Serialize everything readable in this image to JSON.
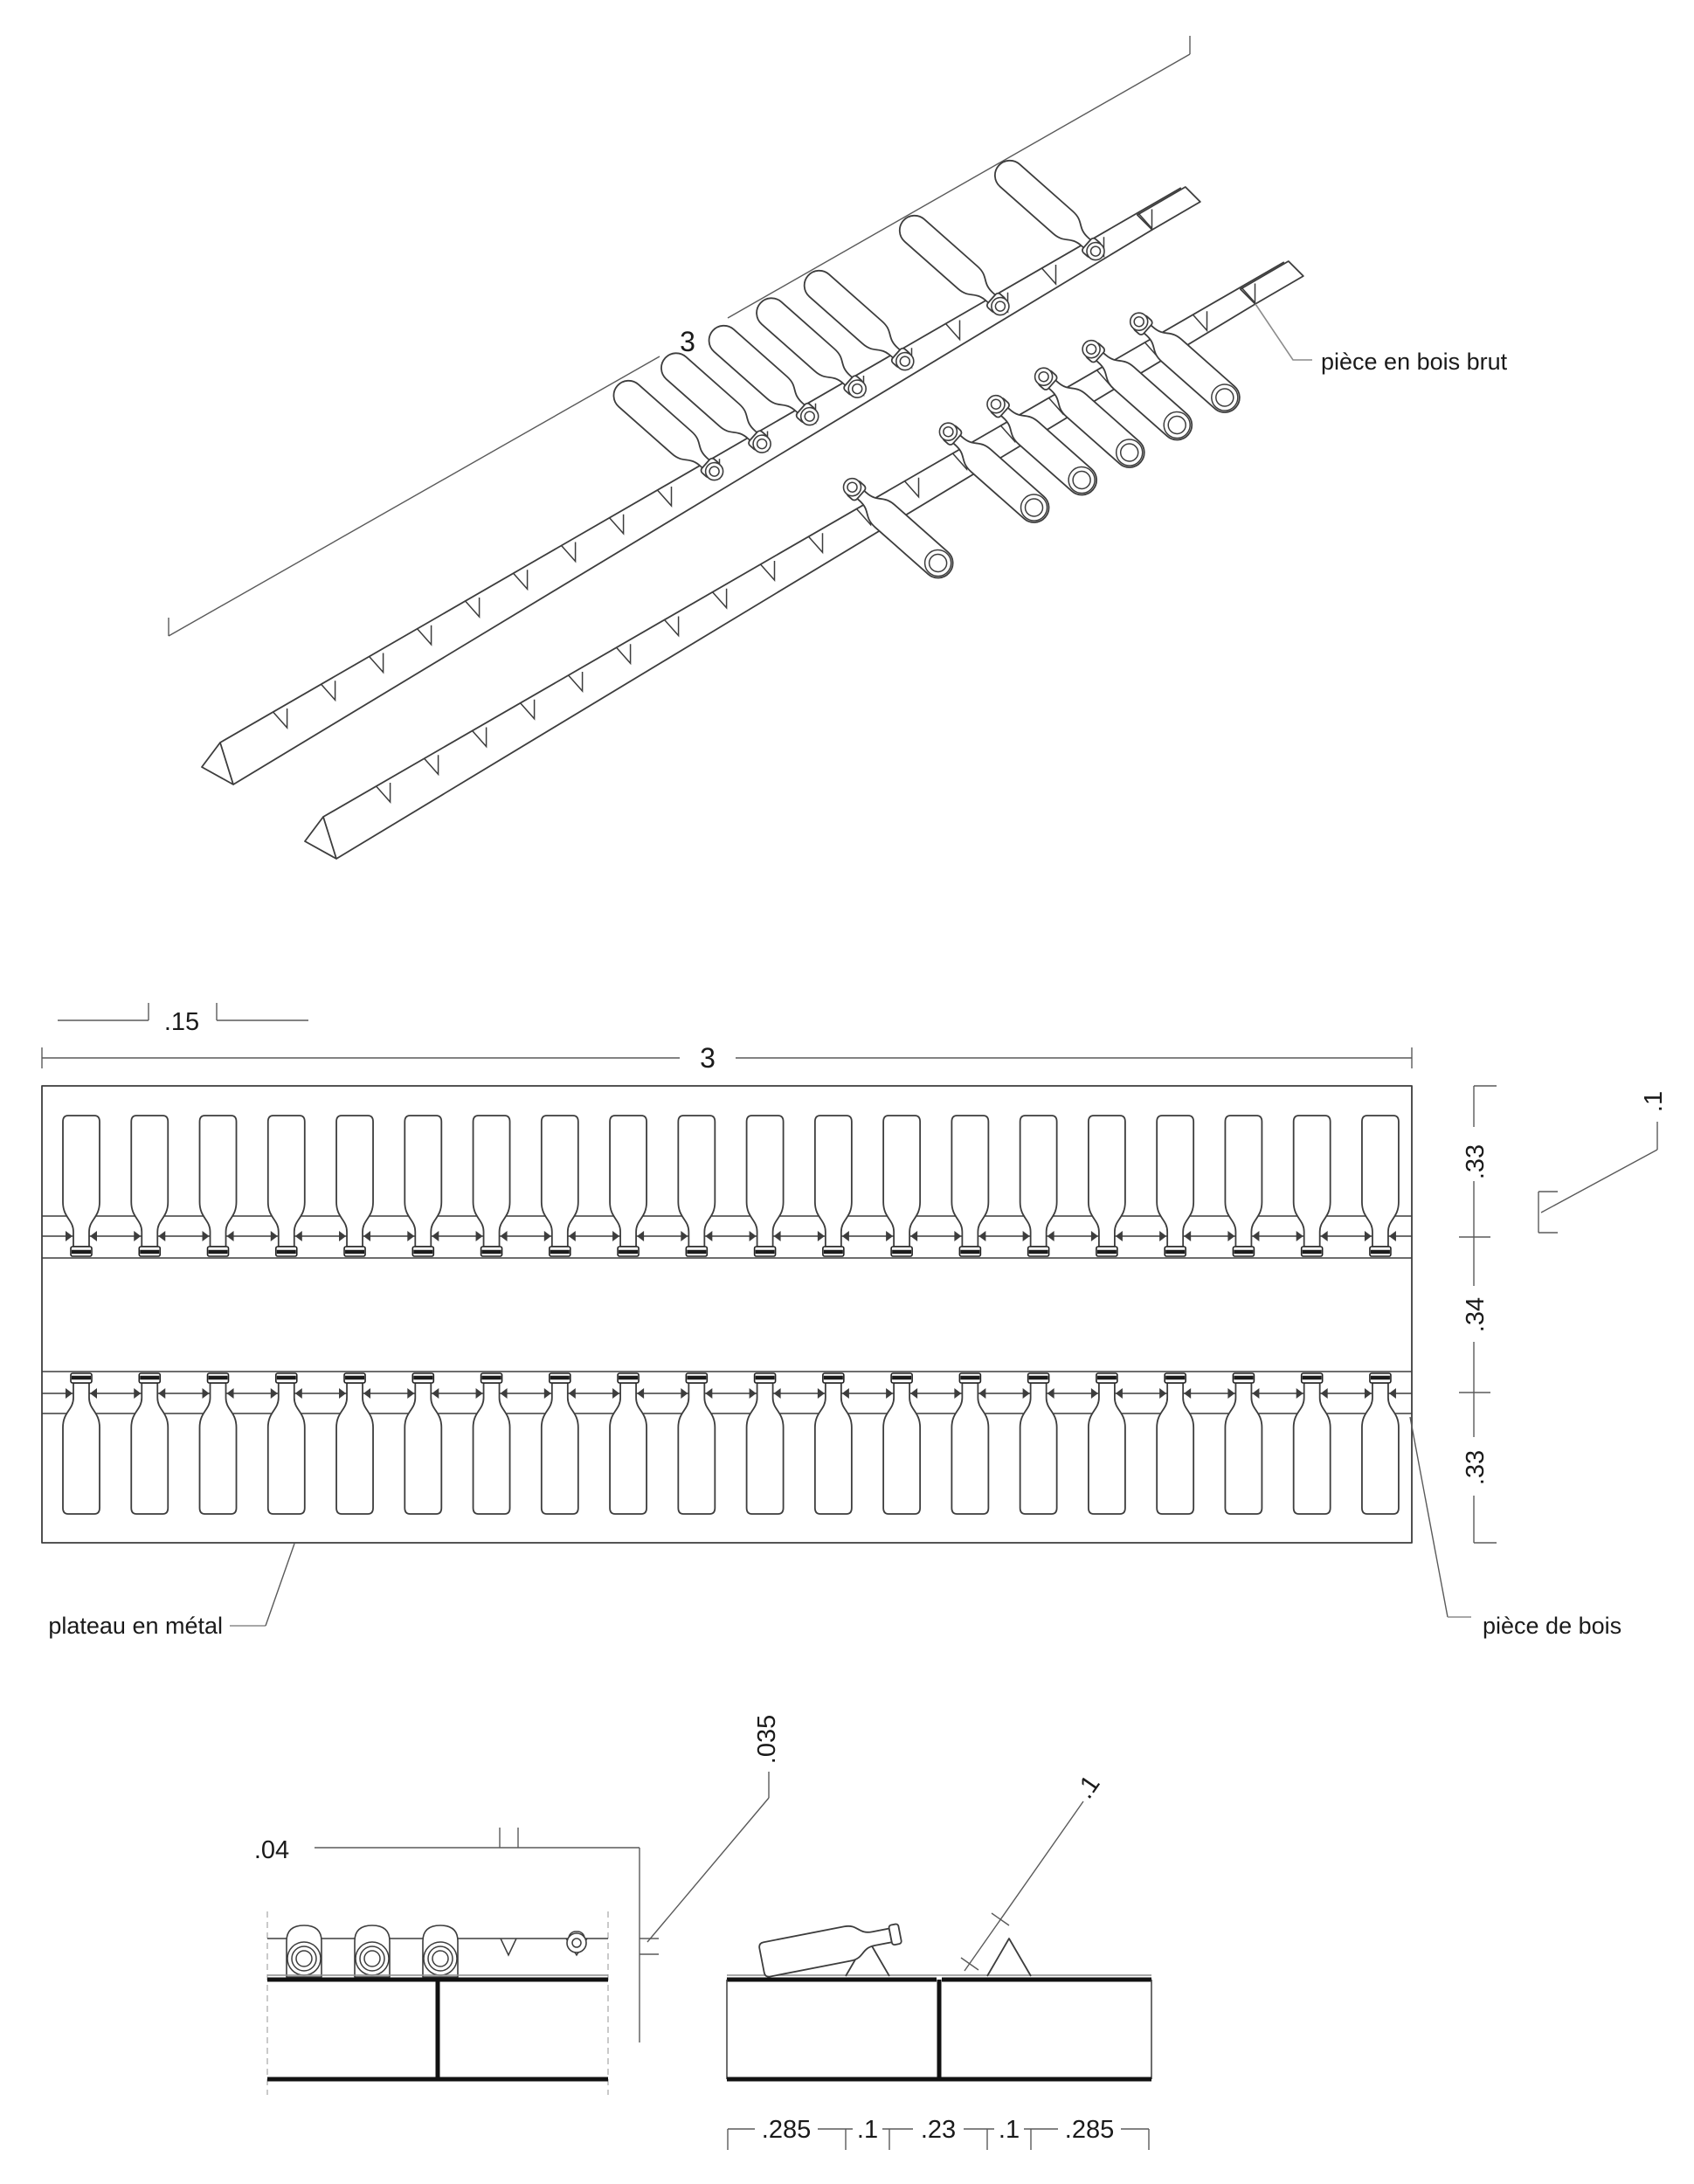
{
  "colors": {
    "background": "#ffffff",
    "line": "#3d3d3d",
    "dimension_line": "#5a5a5a",
    "leader_line": "#8c8c8c",
    "thick_line": "#111111",
    "text": "#1a1a1a"
  },
  "axon_view": {
    "length_dim": "3",
    "part_label": "pièce en bois brut",
    "rail_count": 2,
    "bottles_on_front_rail": 7,
    "bottles_on_back_rail": 6
  },
  "plan_view": {
    "width_dim": "3",
    "bottle_spacing_dim": ".15",
    "top_row_depth_dim": ".33",
    "center_gap_dim": ".34",
    "bottom_row_depth_dim": ".33",
    "rail_width_dim": ".1",
    "bottles_per_row": 20,
    "tray_label": "plateau en métal",
    "rail_label": "pièce de bois"
  },
  "section_detail_left": {
    "notch_width_dim": ".04",
    "rail_height_dim": ".035",
    "bottle_ends_visible": 3
  },
  "section_detail_right": {
    "rail_base_dim": ".1",
    "dim_chain": [
      ".285",
      ".1",
      ".23",
      ".1",
      ".285"
    ]
  }
}
